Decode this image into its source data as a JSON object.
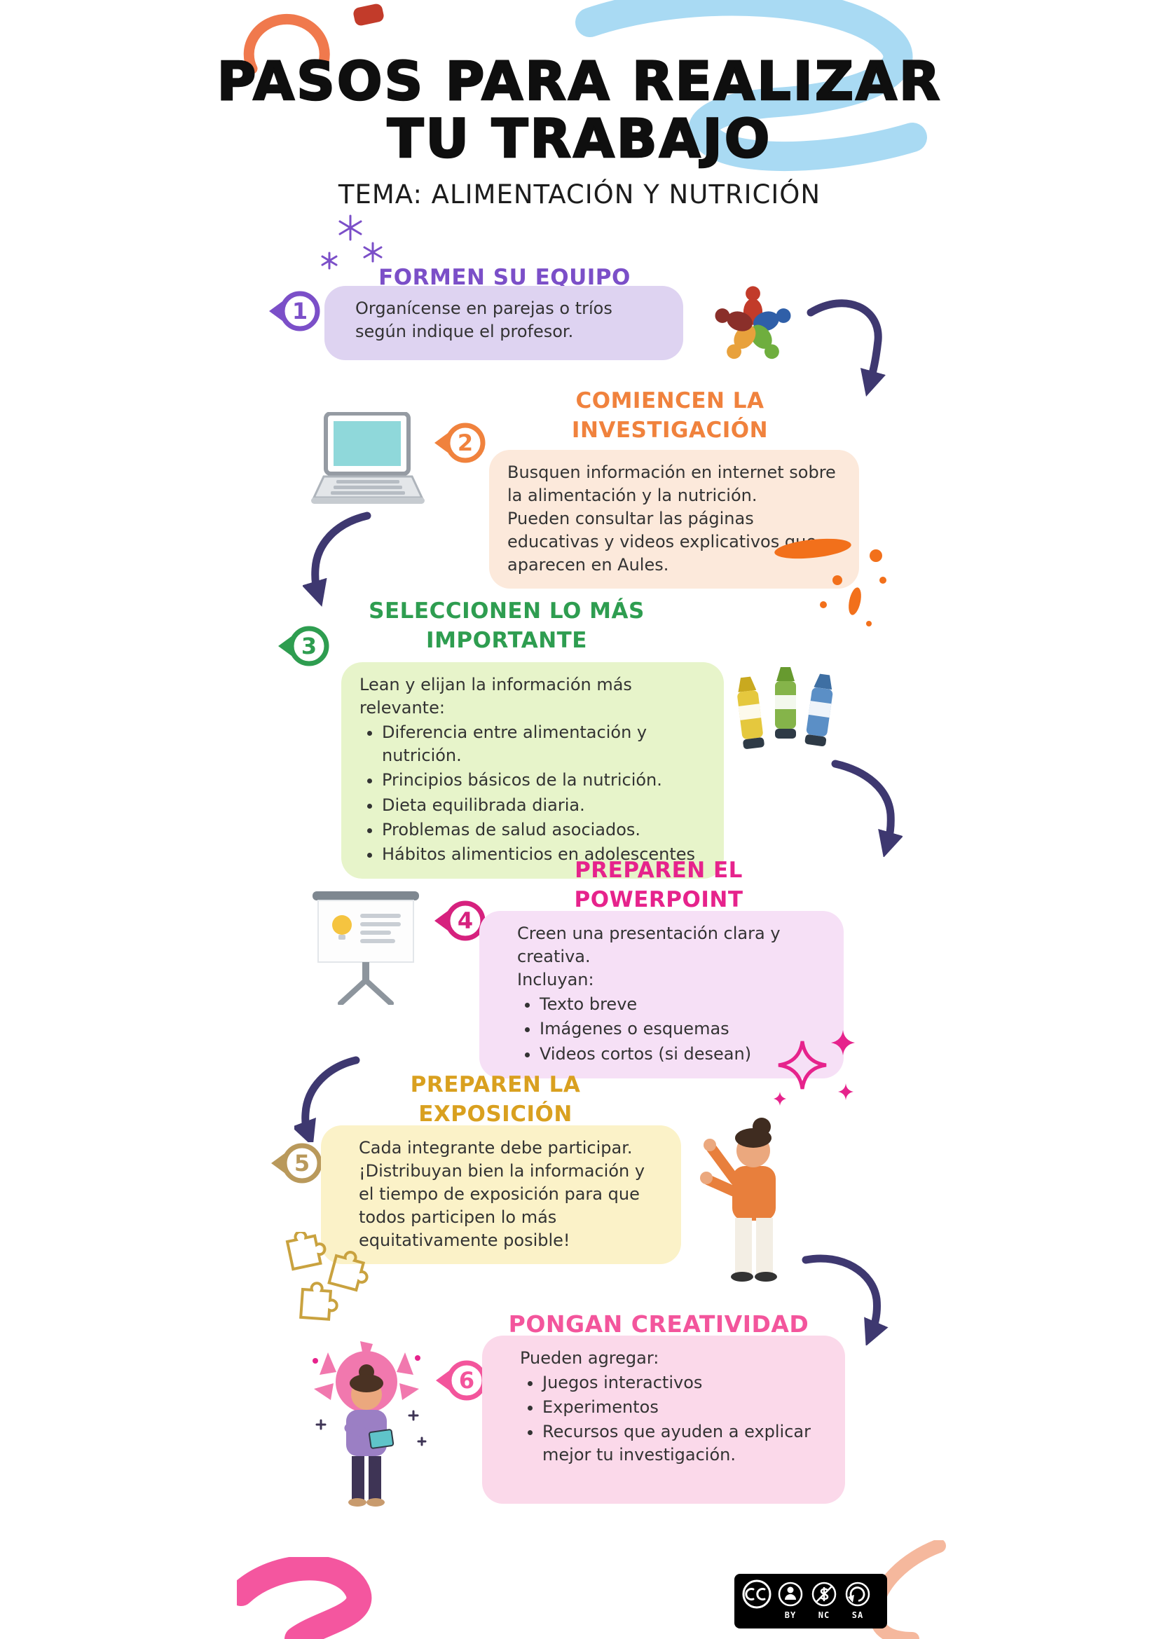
{
  "page": {
    "title_line1": "PASOS PARA REALIZAR",
    "title_line2": "TU TRABAJO",
    "subtitle": "TEMA: ALIMENTACIÓN Y NUTRICIÓN"
  },
  "colors": {
    "arrow": "#3E3870",
    "step1_accent": "#7B4FC8",
    "step1_box": "#DED3F1",
    "step2_accent": "#F0823D",
    "step2_box": "#FCE9DB",
    "step3_accent": "#2E9D50",
    "step3_box": "#E7F4CA",
    "step4_accent": "#E6238C",
    "step4_box": "#F6E0F6",
    "step5_accent": "#D9A01F",
    "step5_box": "#FBF2C8",
    "step6_accent": "#F3559C",
    "step6_box": "#FBD9EA"
  },
  "steps": [
    {
      "number": "1",
      "title": "FORMEN SU EQUIPO",
      "body": "Organícense en parejas o tríos según indique el profesor."
    },
    {
      "number": "2",
      "title_line1": "COMIENCEN LA",
      "title_line2": "INVESTIGACIÓN",
      "body1": "Busquen información en internet sobre la alimentación y la nutrición.",
      "body2": "Pueden consultar las páginas educativas y videos explicativos que aparecen en Aules."
    },
    {
      "number": "3",
      "title_line1": "SELECCIONEN LO MÁS",
      "title_line2": "IMPORTANTE",
      "intro": "Lean y elijan la información más relevante:",
      "bullets": [
        "Diferencia entre alimentación y nutrición.",
        "Principios básicos de la nutrición.",
        "Dieta equilibrada diaria.",
        "Problemas de salud asociados.",
        "Hábitos alimenticios en adolescentes"
      ]
    },
    {
      "number": "4",
      "title_line1": "PREPAREN EL",
      "title_line2": "POWERPOINT",
      "body1": "Creen una presentación clara y creativa.",
      "body2": "Incluyan:",
      "bullets": [
        "Texto breve",
        "Imágenes o esquemas",
        "Videos cortos (si desean)"
      ]
    },
    {
      "number": "5",
      "title_line1": "PREPAREN LA",
      "title_line2": "EXPOSICIÓN",
      "body1": "Cada integrante debe participar.",
      "body2": "¡Distribuyan bien la información y el tiempo de exposición para que todos participen lo más equitativamente posible!"
    },
    {
      "number": "6",
      "title": "PONGAN CREATIVIDAD",
      "intro": "Pueden agregar:",
      "bullets": [
        "Juegos interactivos",
        "Experimentos",
        "Recursos que ayuden a explicar mejor tu investigación."
      ]
    }
  ],
  "icons": {
    "step1": "team-huddle-icon",
    "step2": "laptop-icon",
    "step3": "highlighters-icon",
    "step4": "presentation-board-icon",
    "step5": "presenter-illustration",
    "step6": "creative-mind-illustration",
    "decorations": [
      "orange-arc",
      "red-pill",
      "blue-squiggle",
      "purple-asterisks",
      "orange-splash",
      "pink-sparkles",
      "puzzle-pieces",
      "pink-curve",
      "orange-curve"
    ]
  },
  "license": {
    "name": "CC BY-NC-SA",
    "labels": [
      "BY",
      "NC",
      "SA"
    ]
  }
}
